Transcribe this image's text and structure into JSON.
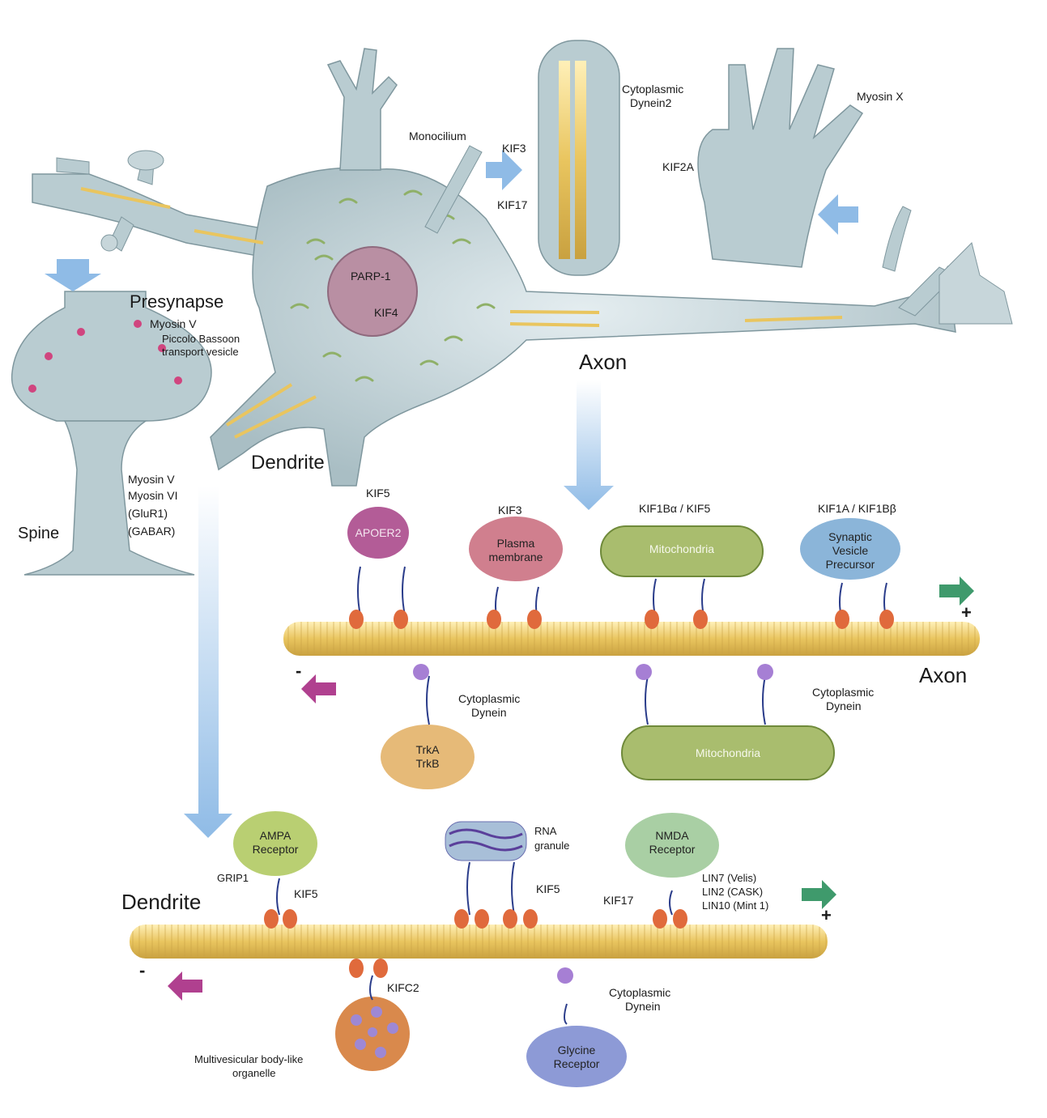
{
  "labels": {
    "presynapse": "Presynapse",
    "presyn_myosin": "Myosin V",
    "presyn_cargo1": "Piccolo Bassoon",
    "presyn_cargo2": "transport vesicle",
    "spine": "Spine",
    "spine_motor1": "Myosin V",
    "spine_motor2": "Myosin VI",
    "spine_cargo1": "(GluR1)",
    "spine_cargo2": "(GABAR)",
    "monocilium": "Monocilium",
    "cilia_kif3": "KIF3",
    "cilia_kif17": "KIF17",
    "cilia_dynein1": "Cytoplasmic",
    "cilia_dynein2": "Dynein2",
    "myosin_x": "Myosin X",
    "kif2a": "KIF2A",
    "parp1": "PARP-1",
    "kif4": "KIF4",
    "axon_top": "Axon",
    "dendrite_top": "Dendrite",
    "axon_right": "Axon",
    "dendrite_bottom": "Dendrite"
  },
  "axon_motors": {
    "kif5": "KIF5",
    "apoer2": "APOER2",
    "kif3": "KIF3",
    "plasma1": "Plasma",
    "plasma2": "membrane",
    "kif1ba": "KIF1Bα / KIF5",
    "mito_top": "Mitochondria",
    "kif1a": "KIF1A / KIF1Bβ",
    "svp1": "Synaptic",
    "svp2": "Vesicle",
    "svp3": "Precursor",
    "dynein_left1": "Cytoplasmic",
    "dynein_left2": "Dynein",
    "trka": "TrkA",
    "trkb": "TrkB",
    "dynein_right1": "Cytoplasmic",
    "dynein_right2": "Dynein",
    "mito_bottom": "Mitochondria",
    "plus": "+",
    "minus": "-"
  },
  "dendrite_motors": {
    "ampa1": "AMPA",
    "ampa2": "Receptor",
    "grip1": "GRIP1",
    "kif5_left": "KIF5",
    "rna1": "RNA",
    "rna2": "granule",
    "kif5_mid": "KIF5",
    "nmda1": "NMDA",
    "nmda2": "Receptor",
    "kif17": "KIF17",
    "lin7": "LIN7 (Velis)",
    "lin2": "LIN2 (CASK)",
    "lin10": "LIN10 (Mint 1)",
    "kifc2": "KIFC2",
    "mvb1": "Multivesicular body-like",
    "mvb2": "organelle",
    "dynein1": "Cytoplasmic",
    "dynein2": "Dynein",
    "glycine1": "Glycine",
    "glycine2": "Receptor",
    "plus": "+",
    "minus": "-"
  },
  "colors": {
    "cell_body": "#b9ccd1",
    "microtubule": "#e9c55f",
    "transport_arrow": "#8fbbe6",
    "plus_arrow": "#3f9a6c",
    "minus_arrow": "#b0408f",
    "mitochondria": "#a9bd6e",
    "apoer2": "#b35c97",
    "plasma_membrane": "#d07f8e",
    "synaptic_vesicle": "#8bb5d9",
    "trk": "#e6ba78",
    "ampa": "#b9cf72",
    "nmda": "#a9cfa4",
    "glycine": "#8d9ad6",
    "mvb": "#d9894c"
  }
}
